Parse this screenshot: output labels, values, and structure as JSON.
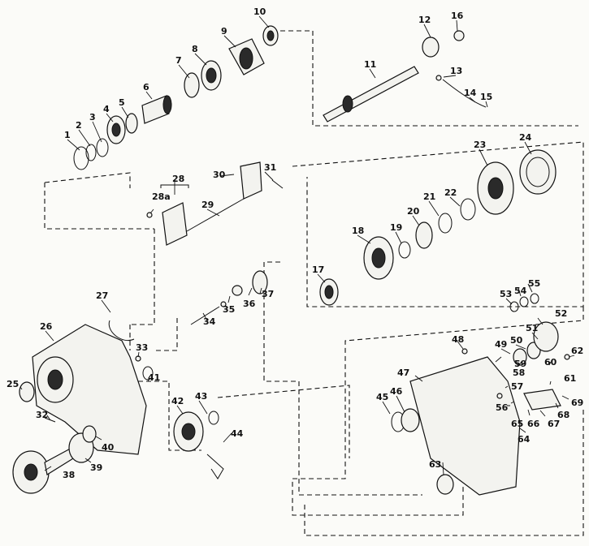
{
  "diagram": {
    "labels": [
      "1",
      "2",
      "3",
      "4",
      "5",
      "6",
      "7",
      "8",
      "9",
      "10",
      "11",
      "12",
      "13",
      "14",
      "15",
      "16",
      "17",
      "18",
      "19",
      "20",
      "21",
      "22",
      "23",
      "24",
      "25",
      "26",
      "27",
      "28",
      "28a",
      "29",
      "30",
      "31",
      "32",
      "33",
      "34",
      "35",
      "36",
      "37",
      "38",
      "39",
      "40",
      "41",
      "42",
      "43",
      "44",
      "45",
      "46",
      "47",
      "48",
      "49",
      "50",
      "51",
      "52",
      "53",
      "54",
      "55",
      "56",
      "57",
      "58",
      "59",
      "60",
      "61",
      "62",
      "63",
      "64",
      "65",
      "66",
      "67",
      "68",
      "69"
    ]
  },
  "colors": {
    "ink": "#111111",
    "paper": "#fbfbf8"
  }
}
